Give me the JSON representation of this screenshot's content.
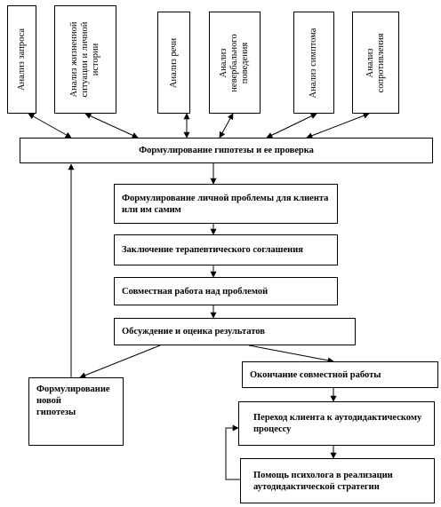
{
  "top_boxes": [
    {
      "text": "Анализ запроса"
    },
    {
      "text": "Анализ жизненной\nситуации и личной\nистории"
    },
    {
      "text": "Анализ речи"
    },
    {
      "text": "Анализ\nневербального\nповедения"
    },
    {
      "text": "Анализ симптома"
    },
    {
      "text": "Анализ\nсопротивления"
    }
  ],
  "hypothesis": "Формулирование гипотезы и ее проверка",
  "steps": [
    "Формулирование личной проблемы для клиента или им самим",
    "Заключение терапевтического соглашения",
    "Совместная работа над проблемой",
    "Обсуждение и оценка результатов"
  ],
  "new_hypothesis": "Формулирование новой гипотезы",
  "end_work": "Окончание совместной работы",
  "transition": "Переход клиента к аутодидактическому процессу",
  "help": "Помощь психолога в реализации аутодидактической стратегии"
}
